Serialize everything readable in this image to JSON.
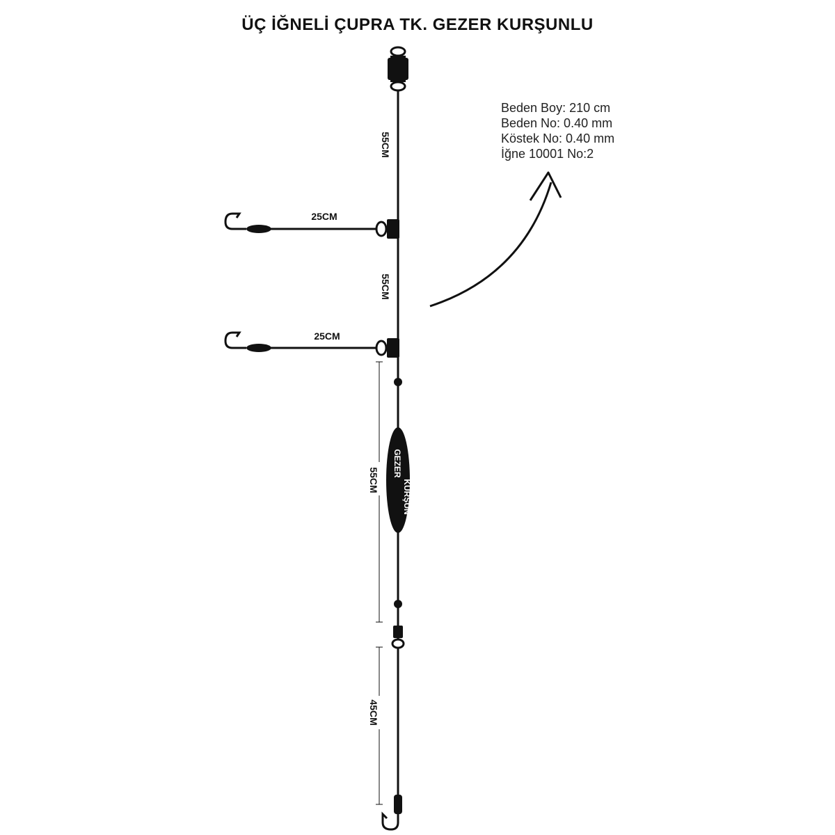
{
  "title": "ÜÇ İĞNELİ ÇUPRA TK. GEZER KURŞUNLU",
  "specs": [
    "Beden Boy: 210 cm",
    "Beden No: 0.40 mm",
    "Köstek No: 0.40 mm",
    "İğne 10001 No:2"
  ],
  "labels": {
    "segment_top": "55CM",
    "segment_middle": "55CM",
    "segment_sinker": "55CM",
    "segment_bottom": "45CM",
    "branch_upper": "25CM",
    "branch_lower": "25CM",
    "sinker_line1": "GEZER",
    "sinker_line2": "KURŞUN"
  },
  "colors": {
    "line": "#111111",
    "background": "#ffffff"
  },
  "icons": [
    "swivel-icon",
    "hook-icon",
    "bead-icon",
    "sinker-icon",
    "curved-arrow-icon"
  ]
}
